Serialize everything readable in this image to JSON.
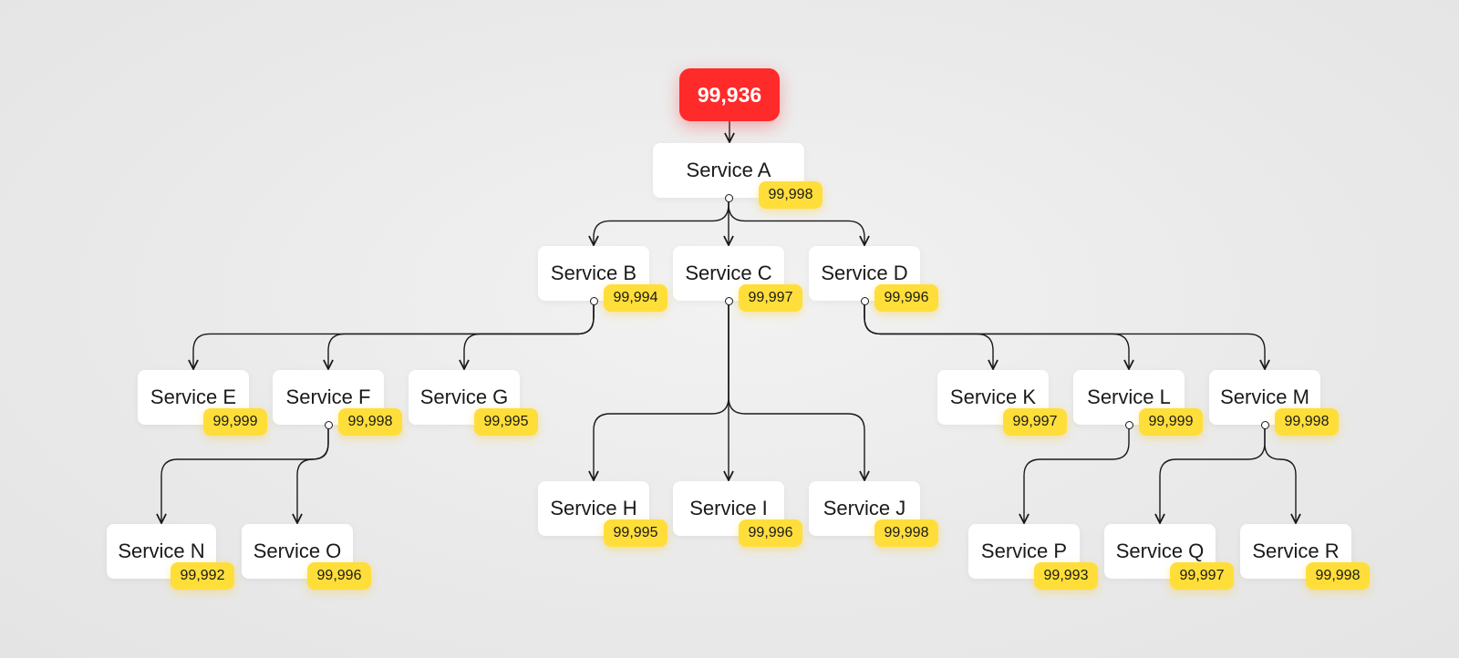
{
  "colors": {
    "root_fill": "#ff2a2a",
    "badge_fill": "#ffde3a",
    "node_fill": "#ffffff",
    "edge": "#1a1a1a"
  },
  "root": {
    "value": "99,936"
  },
  "services": [
    {
      "id": "a",
      "name": "Service A",
      "availability": "99,998"
    },
    {
      "id": "b",
      "name": "Service B",
      "availability": "99,994"
    },
    {
      "id": "c",
      "name": "Service C",
      "availability": "99,997"
    },
    {
      "id": "d",
      "name": "Service D",
      "availability": "99,996"
    },
    {
      "id": "e",
      "name": "Service E",
      "availability": "99,999"
    },
    {
      "id": "f",
      "name": "Service F",
      "availability": "99,998"
    },
    {
      "id": "g",
      "name": "Service G",
      "availability": "99,995"
    },
    {
      "id": "h",
      "name": "Service H",
      "availability": "99,995"
    },
    {
      "id": "i",
      "name": "Service I",
      "availability": "99,996"
    },
    {
      "id": "j",
      "name": "Service J",
      "availability": "99,998"
    },
    {
      "id": "k",
      "name": "Service K",
      "availability": "99,997"
    },
    {
      "id": "l",
      "name": "Service L",
      "availability": "99,999"
    },
    {
      "id": "m",
      "name": "Service M",
      "availability": "99,998"
    },
    {
      "id": "n",
      "name": "Service N",
      "availability": "99,992"
    },
    {
      "id": "o",
      "name": "Service O",
      "availability": "99,996"
    },
    {
      "id": "p",
      "name": "Service P",
      "availability": "99,993"
    },
    {
      "id": "q",
      "name": "Service Q",
      "availability": "99,997"
    },
    {
      "id": "r",
      "name": "Service R",
      "availability": "99,998"
    }
  ],
  "edges": [
    [
      "root",
      "a"
    ],
    [
      "a",
      "b"
    ],
    [
      "a",
      "c"
    ],
    [
      "a",
      "d"
    ],
    [
      "b",
      "e"
    ],
    [
      "b",
      "f"
    ],
    [
      "b",
      "g"
    ],
    [
      "c",
      "h"
    ],
    [
      "c",
      "i"
    ],
    [
      "c",
      "j"
    ],
    [
      "d",
      "k"
    ],
    [
      "d",
      "l"
    ],
    [
      "d",
      "m"
    ],
    [
      "f",
      "n"
    ],
    [
      "f",
      "o"
    ],
    [
      "l",
      "p"
    ],
    [
      "m",
      "q"
    ],
    [
      "m",
      "r"
    ]
  ]
}
